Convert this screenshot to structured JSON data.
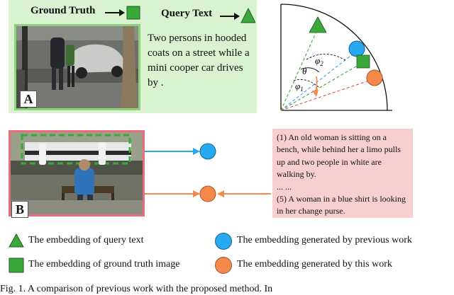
{
  "panel_a": {
    "ground_truth_label": "Ground Truth",
    "query_text_label": "Query Text",
    "query_text": "Two persons in hooded coats on a street while a mini cooper car drives by .",
    "letter": "A"
  },
  "panel_b": {
    "letter": "B",
    "captions": [
      "(1) An old woman is sitting on a bench, while behind her a limo pulls up and two people in white are walking by.",
      "... ...",
      "(5) A woman in a blue shirt is looking in her change purse."
    ]
  },
  "angle_labels": {
    "phi2": "φ",
    "phi2_sub": "2",
    "theta": "θ",
    "phi1": "φ",
    "phi1_sub": "1"
  },
  "legend": {
    "query_text": "The embedding of query text",
    "ground_truth": "The embedding of ground truth image",
    "previous_work": "The embedding generated by previous work",
    "this_work": "The embedding generated by this work"
  },
  "colors": {
    "green": "#3aa83a",
    "blue": "#27a9f2",
    "orange": "#f4894b",
    "pink_border": "#e86c7b",
    "panel_a_bg": "#d9f2cf",
    "caption_bg": "#f8cfd1"
  },
  "figure_caption": "Fig. 1.   A comparison of previous work with the proposed method. In"
}
